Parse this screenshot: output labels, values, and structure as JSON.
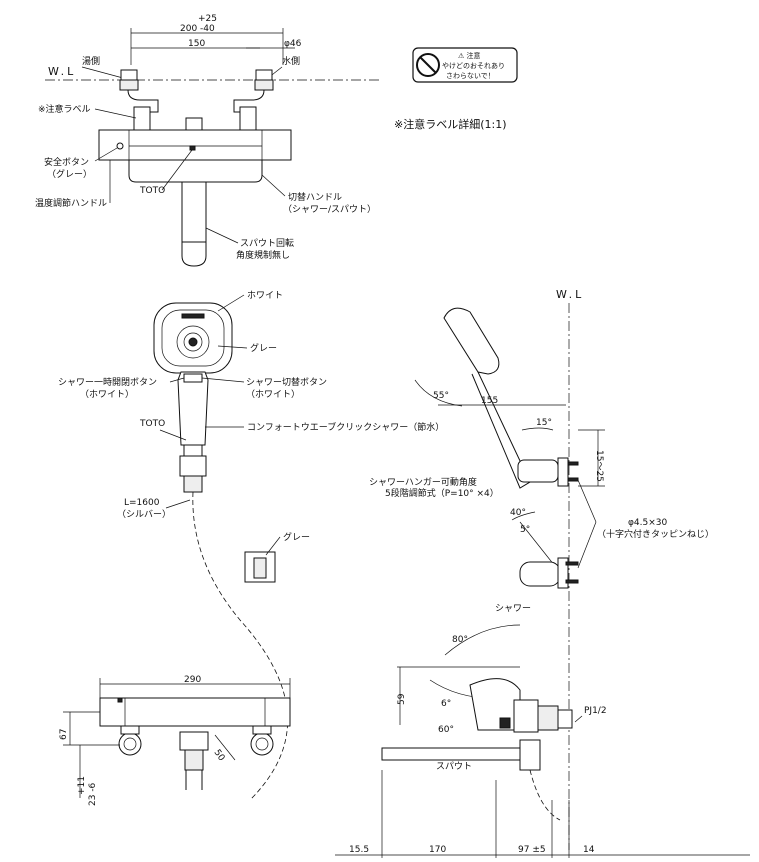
{
  "top_view": {
    "dim_plus25": "+25",
    "dim_200": "200 -40",
    "dim_150": "150",
    "dim_phi46": "φ46",
    "hot_side": "湯側",
    "water_side": "水側",
    "wl": "W.L",
    "caution_label": "※注意ラベル",
    "safety_button": "安全ボタン",
    "safety_button_color": "（グレー）",
    "temp_handle": "温度調節ハンドル",
    "toto": "TOTO",
    "switch_handle": "切替ハンドル",
    "switch_handle_sub": "（シャワー/スパウト）",
    "spout_rotation": "スパウト回転",
    "spout_rotation_sub": "角度規制無し"
  },
  "caution_label_detail": {
    "title": "※注意ラベル詳細(1:1)",
    "line1": "⚠ 注意",
    "line2": "やけどのおそれあり",
    "line3": "さわらないで！"
  },
  "shower_head": {
    "white": "ホワイト",
    "gray": "グレー",
    "pause_button": "シャワー一時開閉ボタン",
    "pause_button_color": "（ホワイト）",
    "switch_button": "シャワー切替ボタン",
    "switch_button_color": "（ホワイト）",
    "toto": "TOTO",
    "model": "コンフォートウエーブクリックシャワー（節水）",
    "hose": "L=1600",
    "hose_color": "（シルバー）",
    "holder_gray": "グレー"
  },
  "side_view": {
    "wl": "W.L",
    "angle55": "55°",
    "dim155": "155",
    "angle15": "15°",
    "dim15_25": "15～25",
    "hanger": "シャワーハンガー可動角度",
    "hanger_sub": "5段階調節式（P=10° ×4）",
    "angle40": "40°",
    "angle5": "5°",
    "screw": "φ4.5×30",
    "screw_sub": "（十字穴付きタッピンねじ）",
    "shower": "シャワー",
    "angle80": "80°",
    "angle6": "6°",
    "angle60": "60°",
    "dim59": "59",
    "pj": "PJ1/2",
    "spout": "スパウト"
  },
  "front_view": {
    "dim290": "290",
    "dim67": "67",
    "dim50": "50",
    "dim_p11": "+11",
    "dim_23_6": "23 -6"
  },
  "bottom_dims": {
    "d15_5": "15.5",
    "d170": "170",
    "d97": "97 ±5",
    "d14": "14"
  }
}
